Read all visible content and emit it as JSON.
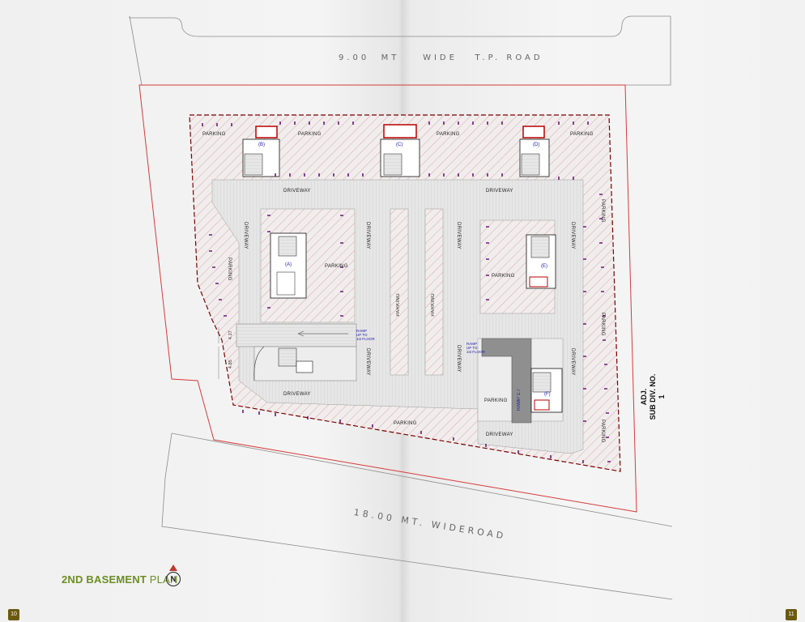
{
  "roads": {
    "top": "9.00  MT    WIDE   T.P. ROAD",
    "bottom": "18.00 MT. WIDEROAD"
  },
  "adjacent": {
    "line1": "ADJ.",
    "line2": "SUB DIV. NO. 1"
  },
  "zones": {
    "parking": "PARKING",
    "driveway": "DRIVEWAY"
  },
  "cores": {
    "a": "(A)",
    "b": "(B)",
    "c": "(C)",
    "d": "(D)",
    "e": "(E)",
    "f": "(F)"
  },
  "ramps": {
    "small": "RAMP\nUP TO\n1st FLOOR",
    "main": "RAMP 1:7"
  },
  "dimensions": {
    "d1": "4.27",
    "d2": "4.85"
  },
  "title": {
    "bold": "2ND BASEMENT",
    "light": "PLAN"
  },
  "north": "N",
  "pages": {
    "left": "10",
    "right": "11"
  },
  "colors": {
    "boundary": "#d63a3a",
    "hatch": "#d9a8a8",
    "driveway": "#e4e4e4",
    "core": "#1b1bb0",
    "brand": "#6b8e23"
  }
}
